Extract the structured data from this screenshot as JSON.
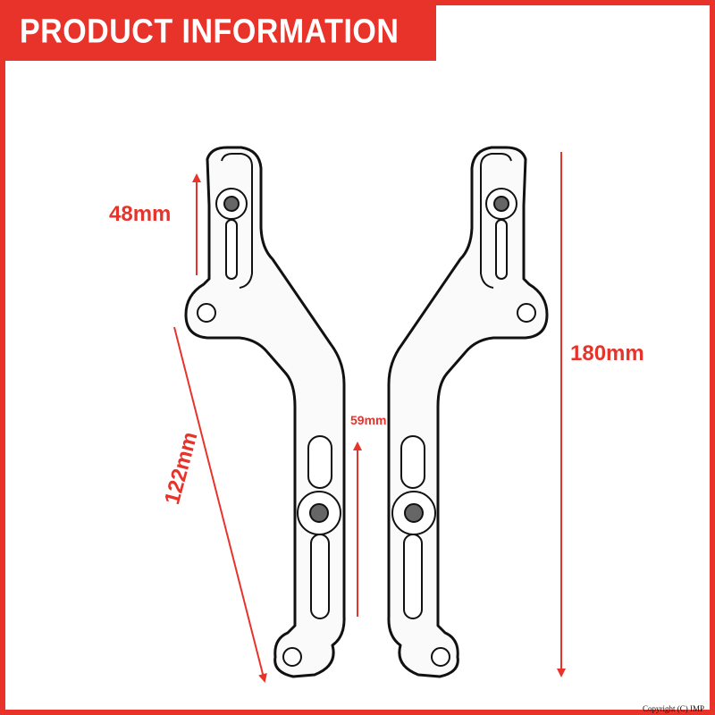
{
  "header": {
    "title": "PRODUCT INFORMATION"
  },
  "dimensions": {
    "slot_left": "48mm",
    "total_length": "180mm",
    "lower_slot": "59mm",
    "lower_arm": "122mm"
  },
  "copyright": "Copyright (C) IMP",
  "colors": {
    "accent": "#e8332b",
    "line": "#111111"
  }
}
